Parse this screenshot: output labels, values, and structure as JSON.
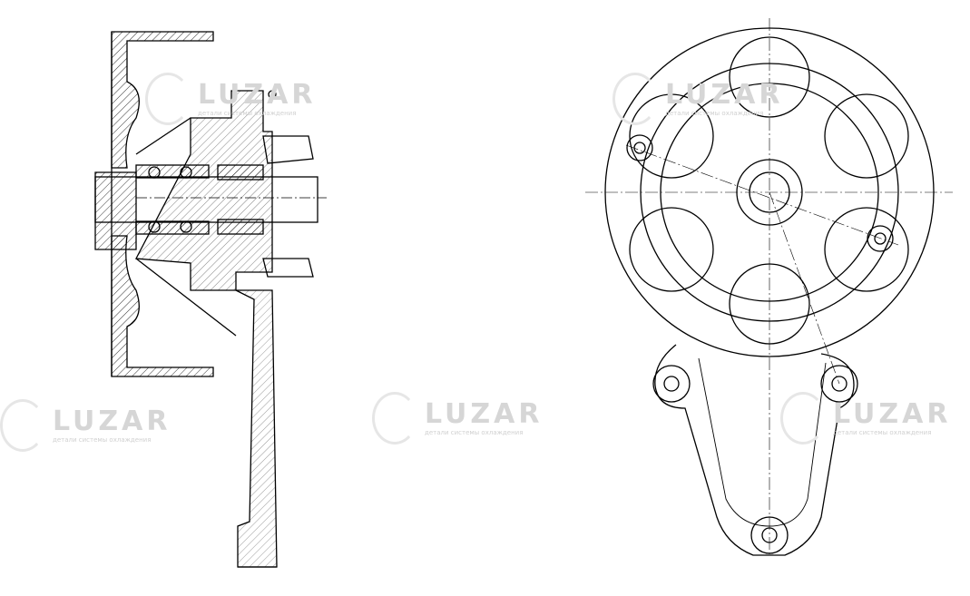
{
  "watermark": {
    "brand": "LUZAR",
    "subtitle": "детали системы охлаждения"
  },
  "drawing": {
    "subject": "water-pump",
    "views": [
      "section-view",
      "front-view"
    ]
  }
}
